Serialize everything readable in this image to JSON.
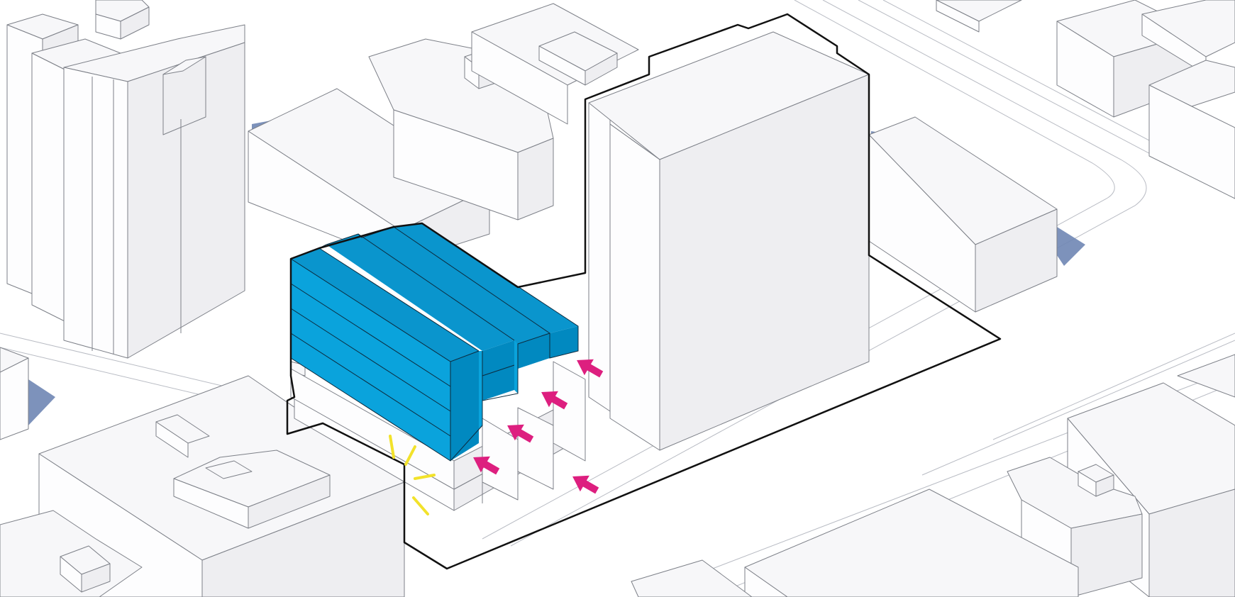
{
  "figure": {
    "kind": "axonometric urban massing diagram",
    "colors": {
      "background": "#ffffff",
      "context_building_top": "#f7f7f9",
      "context_building_side_light": "#fdfdfe",
      "context_building_side_dark": "#eeeef1",
      "building_outline": "#7d8088",
      "cast_shadow": "#6f86b4",
      "highlighted_volume": "#0a95cd",
      "site_boundary": "#111111",
      "wind_arrows": "#dd1f7f",
      "sun_rays": "#f2e22b"
    },
    "symbols": {
      "arrow_icon": "magenta-arrow-icon",
      "sun_icon": "sun-rays-icon"
    },
    "annotations": {
      "arrow_count": 5,
      "sun_ray_count": 4,
      "highlighted_bar_count": 4
    }
  }
}
